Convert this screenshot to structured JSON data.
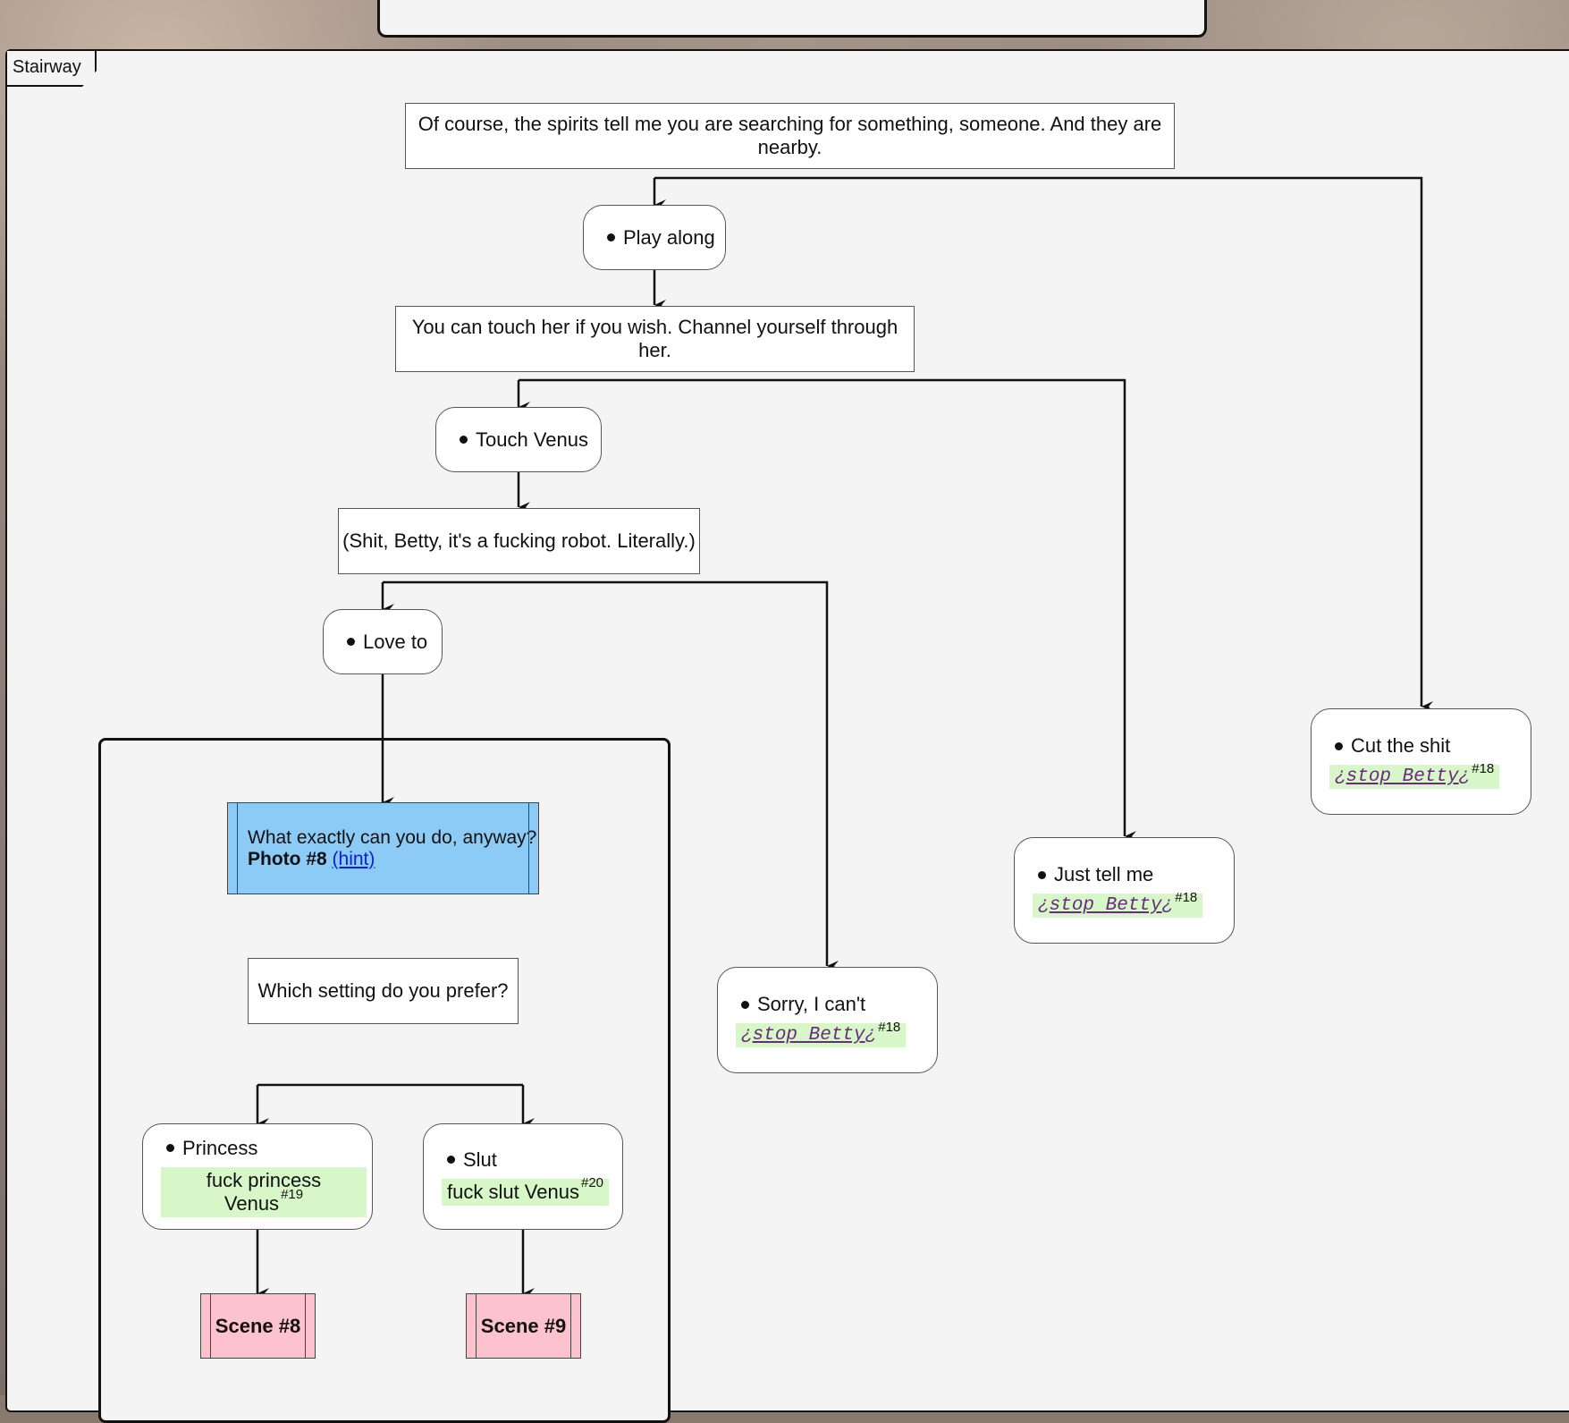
{
  "frame": {
    "title": "Stairway"
  },
  "nodes": {
    "intro": "Of course, the spirits tell me you are searching for something, someone. And they are nearby.",
    "play_along": "Play along",
    "touch_prompt": "You can touch her if you wish. Channel yourself through her.",
    "touch_venus": "Touch Venus",
    "robot": "(Shit, Betty, it's a fucking robot. Literally.)",
    "love_to": "Love to",
    "photo_question": "What exactly can you do, anyway?",
    "photo_label": "Photo #8",
    "photo_hint": "(hint)",
    "setting_question": "Which setting do you prefer?",
    "princess": "Princess",
    "princess_tag": "fuck princess Venus",
    "princess_num": "#19",
    "slut": "Slut",
    "slut_tag": "fuck slut Venus",
    "slut_num": "#20",
    "scene8": "Scene #8",
    "scene9": "Scene #9",
    "sorry": "Sorry, I can't",
    "just_tell": "Just tell me",
    "cut_shit": "Cut the shit",
    "stop_prefix": "¿",
    "stop_text": "stop Betty",
    "stop_suffix": "¿",
    "stop_num": "#18"
  },
  "colors": {
    "photo_bg": "#8dcbf7",
    "scene_bg": "#fcc3ce",
    "tag_bg": "#d8f7c8",
    "link": "#0b1fd6",
    "stop_text": "#6a2a80"
  }
}
